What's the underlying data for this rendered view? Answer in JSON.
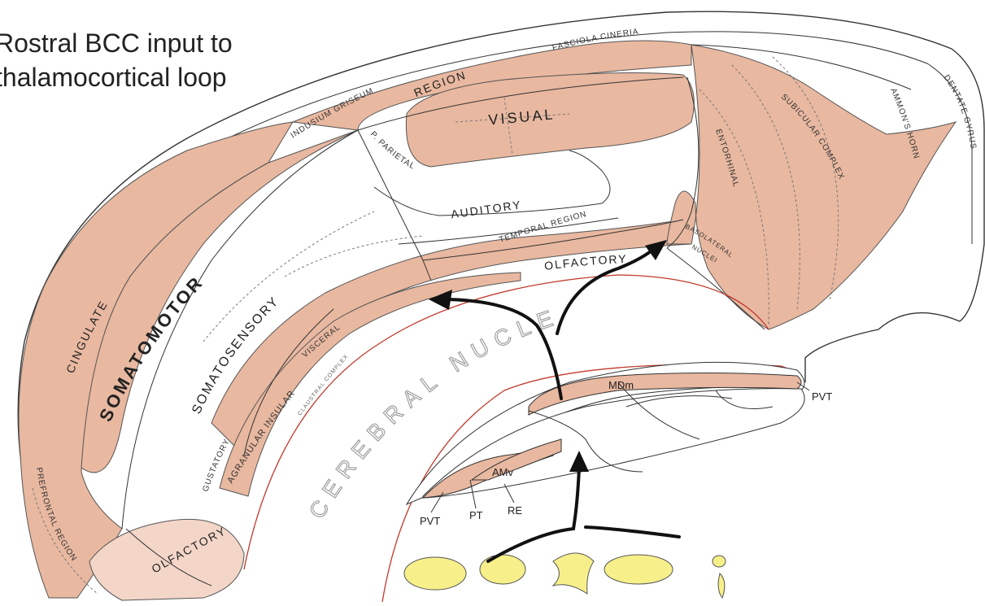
{
  "title": {
    "line1": "Rostral BCC input to",
    "line2": "thalamocortical loop"
  },
  "labels": {
    "region": "REGION",
    "fasciola_cineria": "FASCIOLA CINERIA",
    "visual": "VISUAL",
    "indusium_griseum": "INDUSIUM GRISEUM",
    "p_parietal": "P. PARIETAL",
    "auditory": "AUDITORY",
    "temporal_region": "TEMPORAL REGION",
    "entorhinal": "ENTORHINAL",
    "subicular_complex": "SUBICULAR COMPLEX",
    "ammons_horn": "AMMON'S HORN",
    "dentate_gyrus": "DENTATE GYRUS",
    "basolateral_nuclei_1": "BASOLATERAL",
    "basolateral_nuclei_2": "NUCLEI",
    "olfactory_top": "OLFACTORY",
    "cingulate": "CINGULATE",
    "somatomotor": "SOMATOMOTOR",
    "somatosensory": "SOMATOSENSORY",
    "visceral": "VISCERAL",
    "agranular_insular": "AGRANULAR INSULAR",
    "claustral_complex": "CLAUSTRAL COMPLEX",
    "gustatory": "GUSTATORY",
    "cerebral_nuclei": "CEREBRAL NUCLEI",
    "prefrontal_region": "PREFRONTAL REGION",
    "olfactory_bottom": "OLFACTORY",
    "mdm": "MDm",
    "amv": "AMv",
    "pvt_right": "PVT",
    "pvt_left": "PVT",
    "pt": "PT",
    "re": "RE"
  },
  "colors": {
    "highlight": "#e8b8a0",
    "outline": "#333333",
    "red_line": "#c0392b",
    "yellow": "#f7f08a",
    "arrow": "#111111"
  }
}
